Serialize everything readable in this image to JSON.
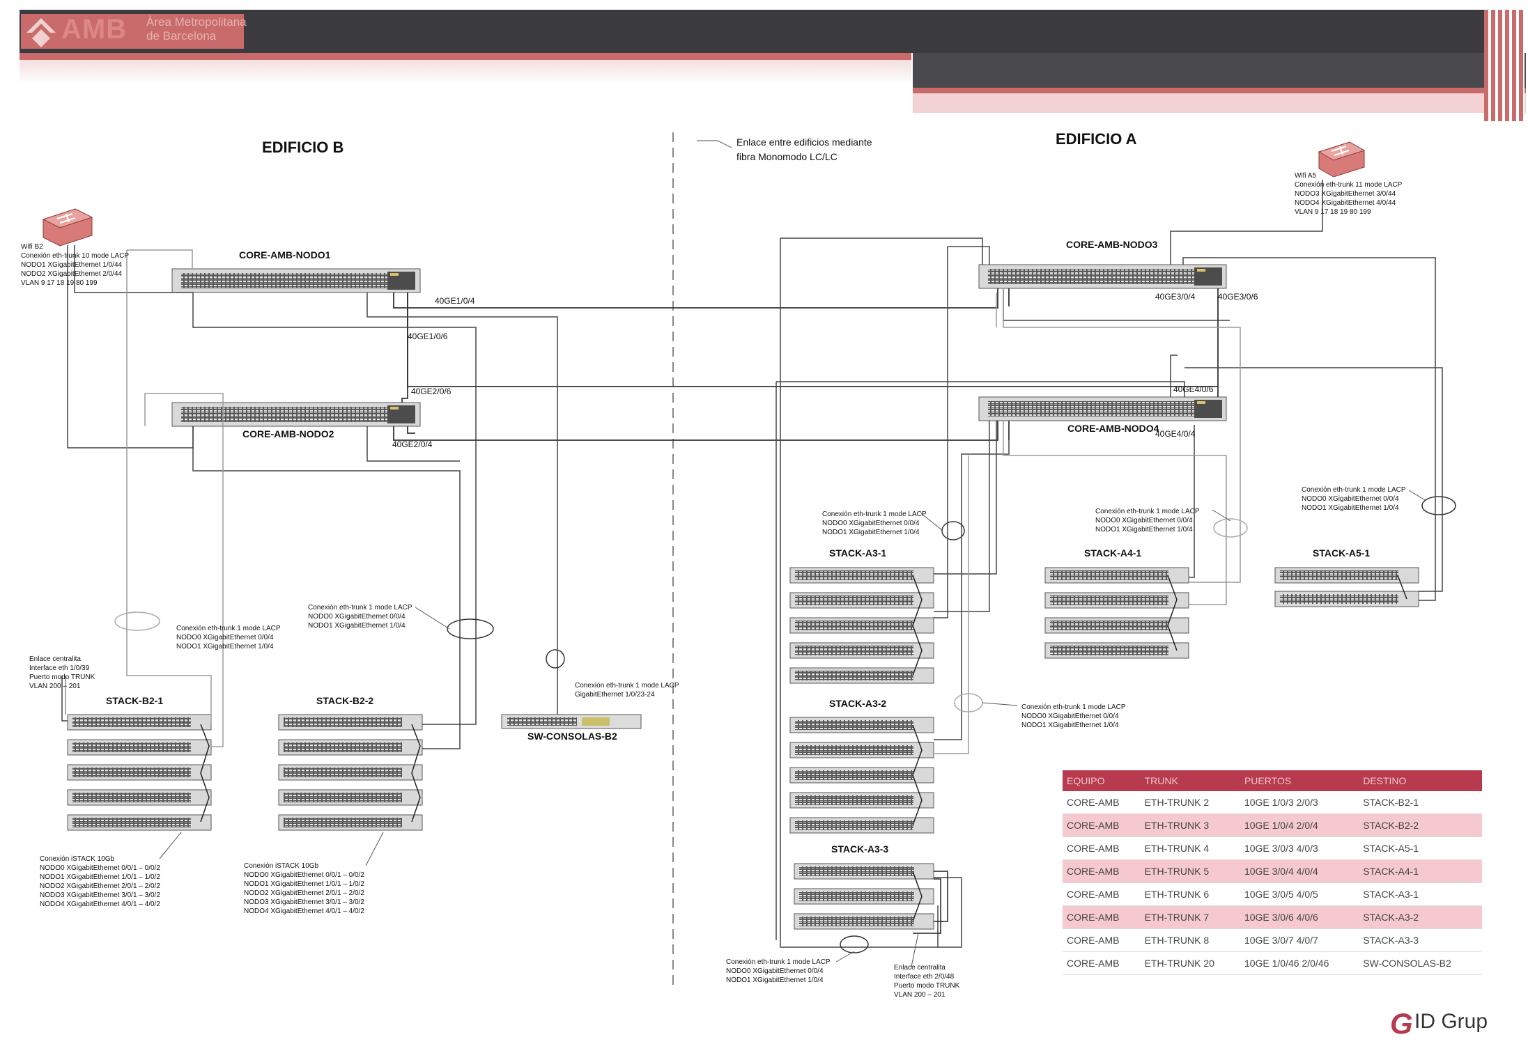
{
  "header": {
    "logo_text": "AMB",
    "logo_sub_1": "Àrea Metropolitana",
    "logo_sub_2": "de Barcelona"
  },
  "buildings": {
    "b": "EDIFICIO B",
    "a": "EDIFICIO A",
    "link_caption": "Enlace entre edificios mediante\nfibra Monomodo LC/LC"
  },
  "devices": {
    "nodo1": "CORE-AMB-NODO1",
    "nodo2": "CORE-AMB-NODO2",
    "nodo3": "CORE-AMB-NODO3",
    "nodo4": "CORE-AMB-NODO4",
    "stack_b2_1": "STACK-B2-1",
    "stack_b2_2": "STACK-B2-2",
    "sw_consolas": "SW-CONSOLAS-B2",
    "stack_a3_1": "STACK-A3-1",
    "stack_a3_2": "STACK-A3-2",
    "stack_a3_3": "STACK-A3-3",
    "stack_a4_1": "STACK-A4-1",
    "stack_a5_1": "STACK-A5-1"
  },
  "ports": {
    "p1": "40GE1/0/4",
    "p2": "40GE1/0/6",
    "p3": "40GE2/0/6",
    "p4": "40GE2/0/4",
    "p5": "40GE3/0/4",
    "p6": "40GE3/0/6",
    "p7": "40GE4/0/6",
    "p8": "40GE4/0/4"
  },
  "notes": {
    "wifi_b2": "Wifi B2\nConexión eth-trunk 10 mode LACP\nNODO1 XGigabitEthernet 1/0/44\nNODO2 XGigabitEthernet 2/0/44\nVLAN 9 17 18 19 80 199",
    "wifi_a5": "Wifi A5\nConexión eth-trunk 11 mode LACP\nNODO3 XGigabitEthernet 3/0/44\nNODO4 XGigabitEthernet 4/0/44\nVLAN 9 17 18 19 80 199",
    "b2_1_trunk": "Conexión eth-trunk 1 mode LACP\nNODO0 XGigabitEthernet 0/0/4\nNODO1 XGigabitEthernet 1/0/4",
    "b2_2_trunk": "Conexión eth-trunk 1 mode LACP\nNODO0 XGigabitEthernet 0/0/4\nNODO1 XGigabitEthernet 1/0/4",
    "consolas_trunk": "Conexión eth-trunk 1 mode LACP\nGigabitEthernet 1/0/23-24",
    "enlace_b": "Enlace centralita\nInterface eth 1/0/39\nPuerto modo TRUNK\nVLAN 200 – 201",
    "istack_b2_1": "Conexión iSTACK 10Gb\nNODO0 XGigabitEthernet 0/0/1 – 0/0/2\nNODO1 XGigabitEthernet 1/0/1 – 1/0/2\nNODO2 XGigabitEthernet 2/0/1 – 2/0/2\nNODO3 XGigabitEthernet 3/0/1 – 3/0/2\nNODO4 XGigabitEthernet 4/0/1 – 4/0/2",
    "istack_b2_2": "Conexión iSTACK 10Gb\nNODO0 XGigabitEthernet 0/0/1 – 0/0/2\nNODO1 XGigabitEthernet 1/0/1 – 1/0/2\nNODO2 XGigabitEthernet 2/0/1 – 2/0/2\nNODO3 XGigabitEthernet 3/0/1 – 3/0/2\nNODO4 XGigabitEthernet 4/0/1 – 4/0/2",
    "a3_1_trunk": "Conexión eth-trunk 1 mode LACP\nNODO0 XGigabitEthernet 0/0/4\nNODO1 XGigabitEthernet 1/0/4",
    "a4_1_trunk": "Conexión eth-trunk 1 mode LACP\nNODO0 XGigabitEthernet 0/0/4\nNODO1 XGigabitEthernet 1/0/4",
    "a5_1_trunk": "Conexión eth-trunk 1 mode LACP\nNODO0 XGigabitEthernet 0/0/4\nNODO1 XGigabitEthernet 1/0/4",
    "a3_2_trunk": "Conexión eth-trunk 1 mode LACP\nNODO0 XGigabitEthernet 0/0/4\nNODO1 XGigabitEthernet 1/0/4",
    "a3_3_trunk": "Conexión eth-trunk 1 mode LACP\nNODO0 XGigabitEthernet 0/0/4\nNODO1 XGigabitEthernet 1/0/4",
    "enlace_a": "Enlace centralita\nInterface eth 2/0/48\nPuerto modo TRUNK\nVLAN 200 – 201"
  },
  "table": {
    "headers": [
      "EQUIPO",
      "TRUNK",
      "PUERTOS",
      "DESTINO"
    ],
    "rows": [
      [
        "CORE-AMB",
        "ETH-TRUNK 2",
        "10GE 1/0/3 2/0/3",
        "STACK-B2-1"
      ],
      [
        "CORE-AMB",
        "ETH-TRUNK 3",
        "10GE 1/0/4 2/0/4",
        "STACK-B2-2"
      ],
      [
        "CORE-AMB",
        "ETH-TRUNK 4",
        "10GE 3/0/3 4/0/3",
        "STACK-A5-1"
      ],
      [
        "CORE-AMB",
        "ETH-TRUNK 5",
        "10GE 3/0/4 4/0/4",
        "STACK-A4-1"
      ],
      [
        "CORE-AMB",
        "ETH-TRUNK 6",
        "10GE 3/0/5 4/0/5",
        "STACK-A3-1"
      ],
      [
        "CORE-AMB",
        "ETH-TRUNK 7",
        "10GE 3/0/6 4/0/6",
        "STACK-A3-2"
      ],
      [
        "CORE-AMB",
        "ETH-TRUNK 8",
        "10GE 3/0/7 4/0/7",
        "STACK-A3-3"
      ],
      [
        "CORE-AMB",
        "ETH-TRUNK 20",
        "10GE 1/0/46 2/0/46",
        "SW-CONSOLAS-B2"
      ]
    ]
  },
  "footer": {
    "brand_mark": "G",
    "brand": "ID Grup"
  },
  "colors": {
    "header_dark": "#3b3b3f",
    "accent_red": "#c96b6b",
    "table_header": "#b83a4e",
    "table_alt_row": "#f5c9cd",
    "router_red": "#d87a78"
  }
}
